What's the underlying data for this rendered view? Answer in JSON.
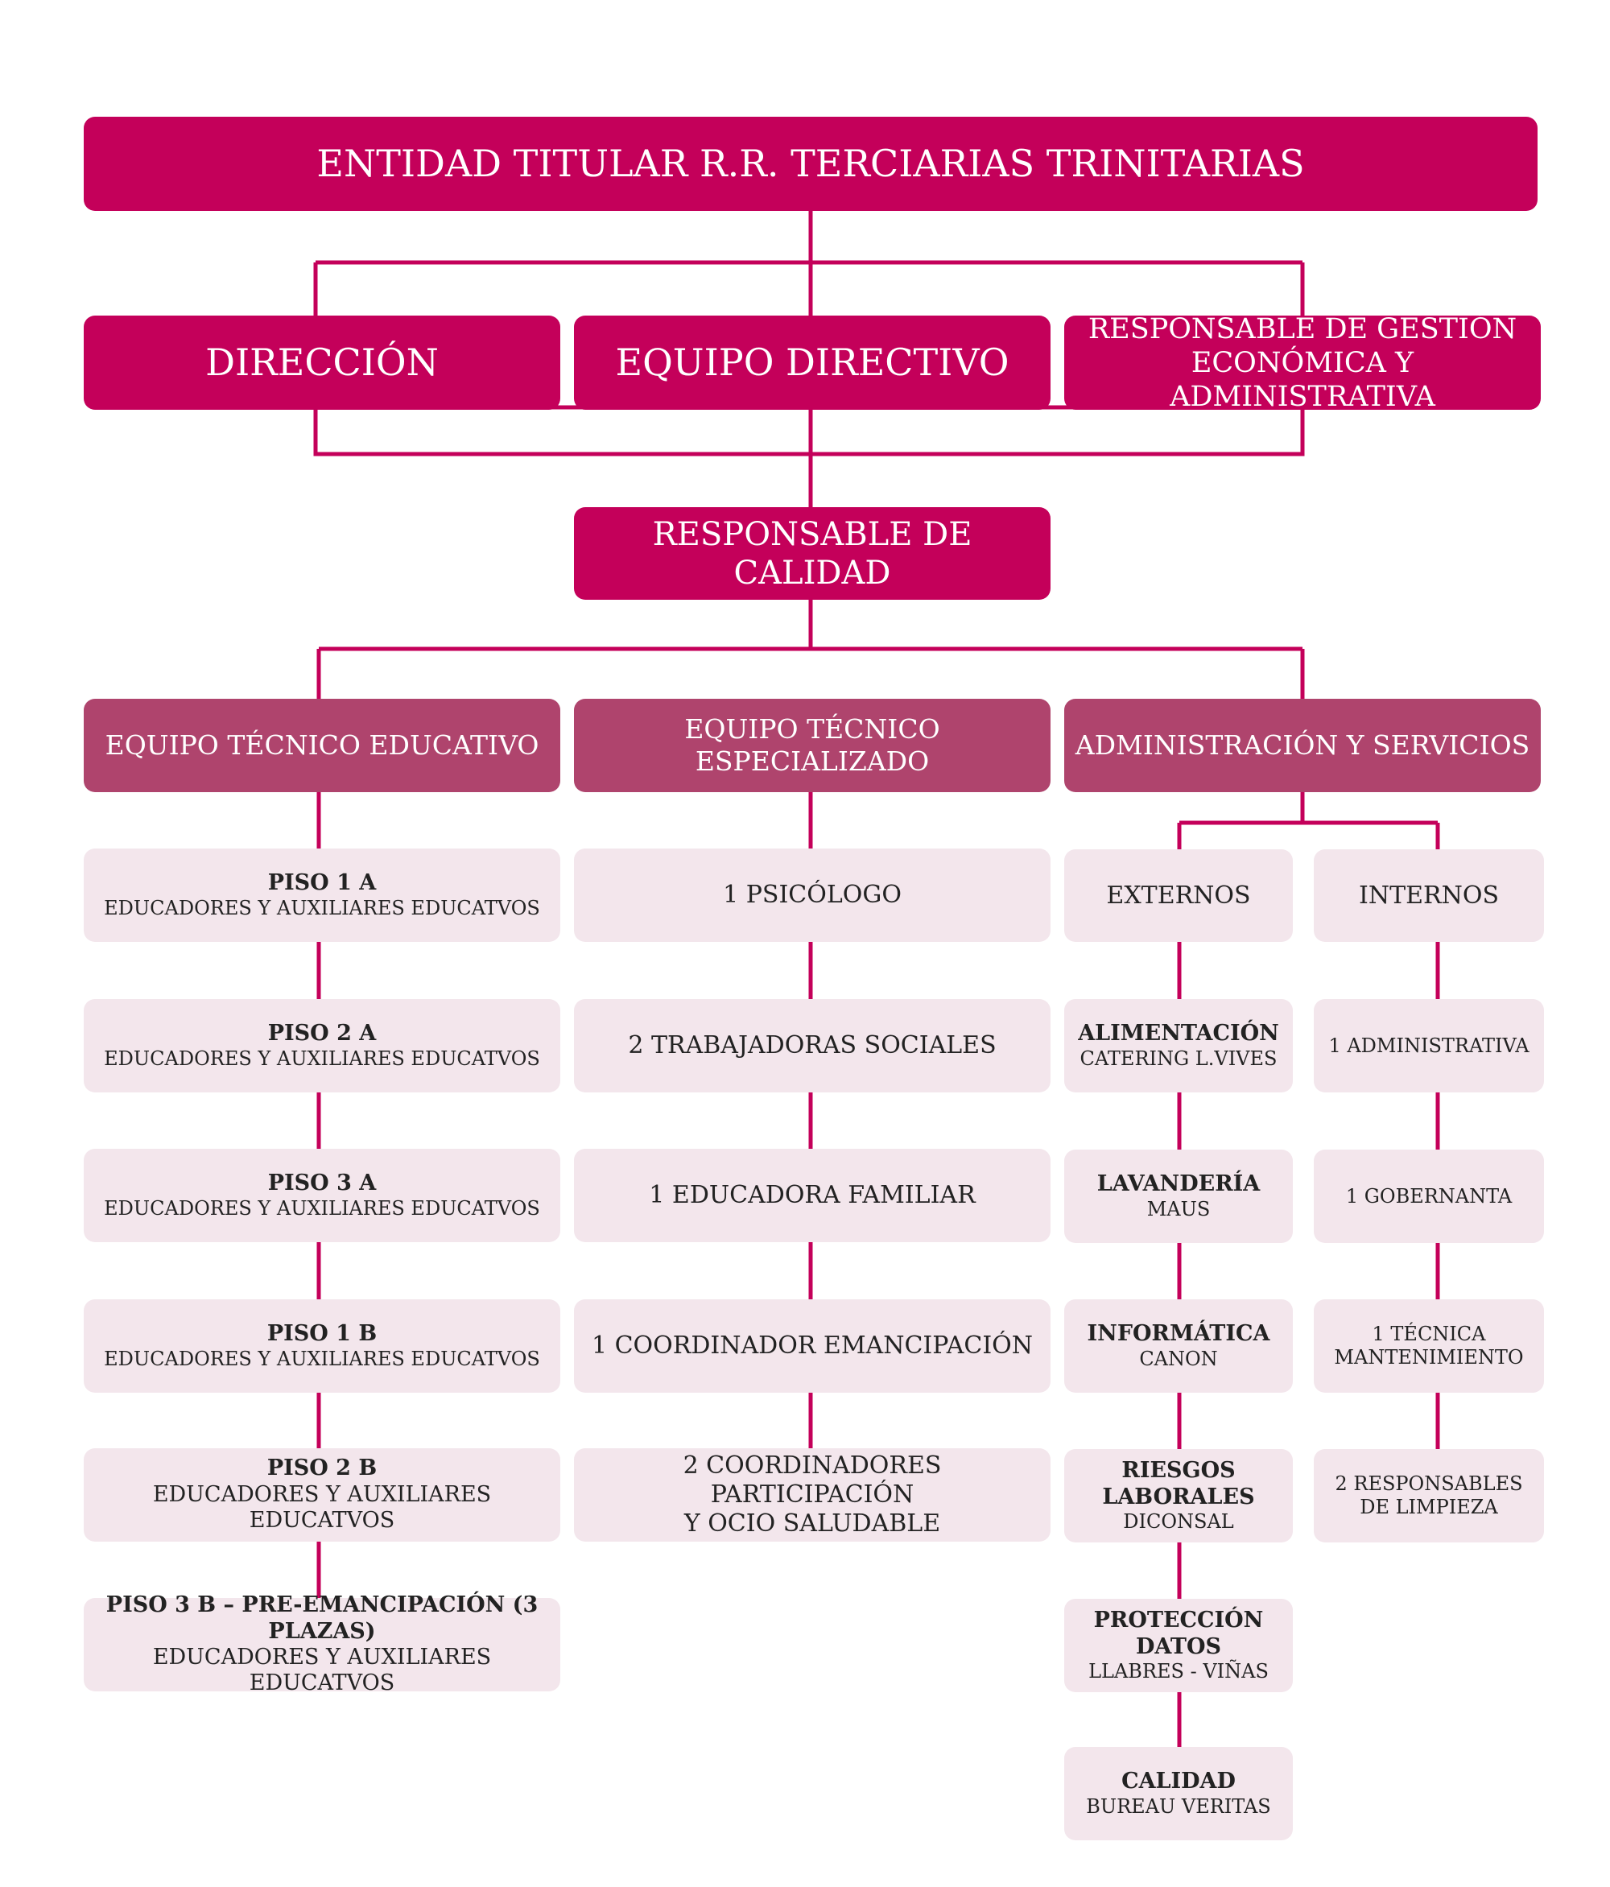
{
  "colors": {
    "primary": "#c4005a",
    "secondary": "#af446d",
    "leaf_bg": "#f3e6ec",
    "leaf_text": "#222222"
  },
  "top": {
    "title": "ENTIDAD TITULAR R.R. TERCIARIAS TRINITARIAS",
    "direccion": "DIRECCIÓN",
    "equipo_directivo": "EQUIPO DIRECTIVO",
    "gestion_line1": "RESPONSABLE DE GESTIÓN",
    "gestion_line2": "ECONÓMICA Y ADMINISTRATIVA",
    "calidad": "RESPONSABLE DE CALIDAD"
  },
  "teams": {
    "educativo": "EQUIPO TÉCNICO EDUCATIVO",
    "especializado": "EQUIPO TÉCNICO ESPECIALIZADO",
    "administracion": "ADMINISTRACIÓN Y SERVICIOS"
  },
  "educativo_items": [
    {
      "title": "PISO 1 A",
      "sub": "EDUCADORES Y AUXILIARES EDUCATVOS"
    },
    {
      "title": "PISO 2 A",
      "sub": "EDUCADORES Y AUXILIARES EDUCATVOS"
    },
    {
      "title": "PISO 3 A",
      "sub": "EDUCADORES Y AUXILIARES EDUCATVOS"
    },
    {
      "title": "PISO 1 B",
      "sub": "EDUCADORES Y AUXILIARES EDUCATVOS"
    },
    {
      "title": "PISO 2 B",
      "sub": "EDUCADORES Y AUXILIARES EDUCATVOS"
    },
    {
      "title": "PISO 3 B – PRE-EMANCIPACIÓN (3 PLAZAS)",
      "sub": "EDUCADORES Y AUXILIARES EDUCATVOS"
    }
  ],
  "especializado_items": [
    {
      "line1": "1 PSICÓLOGO"
    },
    {
      "line1": "2 TRABAJADORAS SOCIALES"
    },
    {
      "line1": "1 EDUCADORA FAMILIAR"
    },
    {
      "line1": "1 COORDINADOR EMANCIPACIÓN"
    },
    {
      "line1": "2 COORDINADORES PARTICIPACIÓN",
      "line2": "Y OCIO SALUDABLE"
    }
  ],
  "externos": {
    "label": "EXTERNOS",
    "items": [
      {
        "title": "ALIMENTACIÓN",
        "sub": "CATERING L.VIVES"
      },
      {
        "title": "LAVANDERÍA",
        "sub": "MAUS"
      },
      {
        "title": "INFORMÁTICA",
        "sub": "CANON"
      },
      {
        "title": "RIESGOS LABORALES",
        "sub": "DICONSAL"
      },
      {
        "title": "PROTECCIÓN DATOS",
        "sub": "LLABRES - VIÑAS"
      },
      {
        "title": "CALIDAD",
        "sub": "BUREAU VERITAS"
      }
    ]
  },
  "internos": {
    "label": "INTERNOS",
    "items": [
      {
        "line1": "1 ADMINISTRATIVA"
      },
      {
        "line1": "1 GOBERNANTA"
      },
      {
        "line1": "1 TÉCNICA",
        "line2": "MANTENIMIENTO"
      },
      {
        "line1": "2 RESPONSABLES",
        "line2": "DE LIMPIEZA"
      }
    ]
  }
}
